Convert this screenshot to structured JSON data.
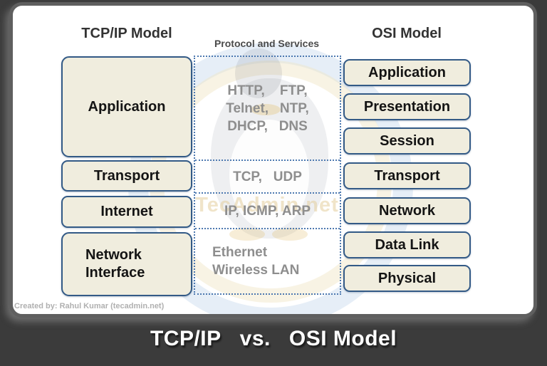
{
  "headers": {
    "tcpip": "TCP/IP Model",
    "middle": "Protocol and Services",
    "osi": "OSI Model"
  },
  "tcpip_layers": [
    "Application",
    "Transport",
    "Internet",
    "Network Interface"
  ],
  "protocols": {
    "application": [
      "HTTP,    FTP,",
      "Telnet,   NTP,",
      "DHCP,   DNS"
    ],
    "transport": [
      "TCP,   UDP"
    ],
    "internet": [
      "IP, ICMP, ARP"
    ],
    "network_interface": [
      "Ethernet",
      "Wireless LAN"
    ]
  },
  "osi_layers": [
    "Application",
    "Presentation",
    "Session",
    "Transport",
    "Network",
    "Data Link",
    "Physical"
  ],
  "watermark": {
    "text": "TecAdmin.net"
  },
  "credit": "Created by: Rahul Kumar (tecadmin.net)",
  "footer": {
    "left": "TCP/IP",
    "middle": "vs.",
    "right": "OSI Model"
  },
  "colors": {
    "background": "#3b3b3b",
    "card": "#ffffff",
    "card_border": "#5f5f5f",
    "box_fill": "#f0edde",
    "box_border": "#335a86",
    "dotted_border": "#4d79b0",
    "layer_text": "#141414",
    "protocol_text": "#8e8e8e",
    "heading_text": "#333333",
    "credit_text": "#b0b0b0",
    "footer_text": "#ffffff"
  }
}
